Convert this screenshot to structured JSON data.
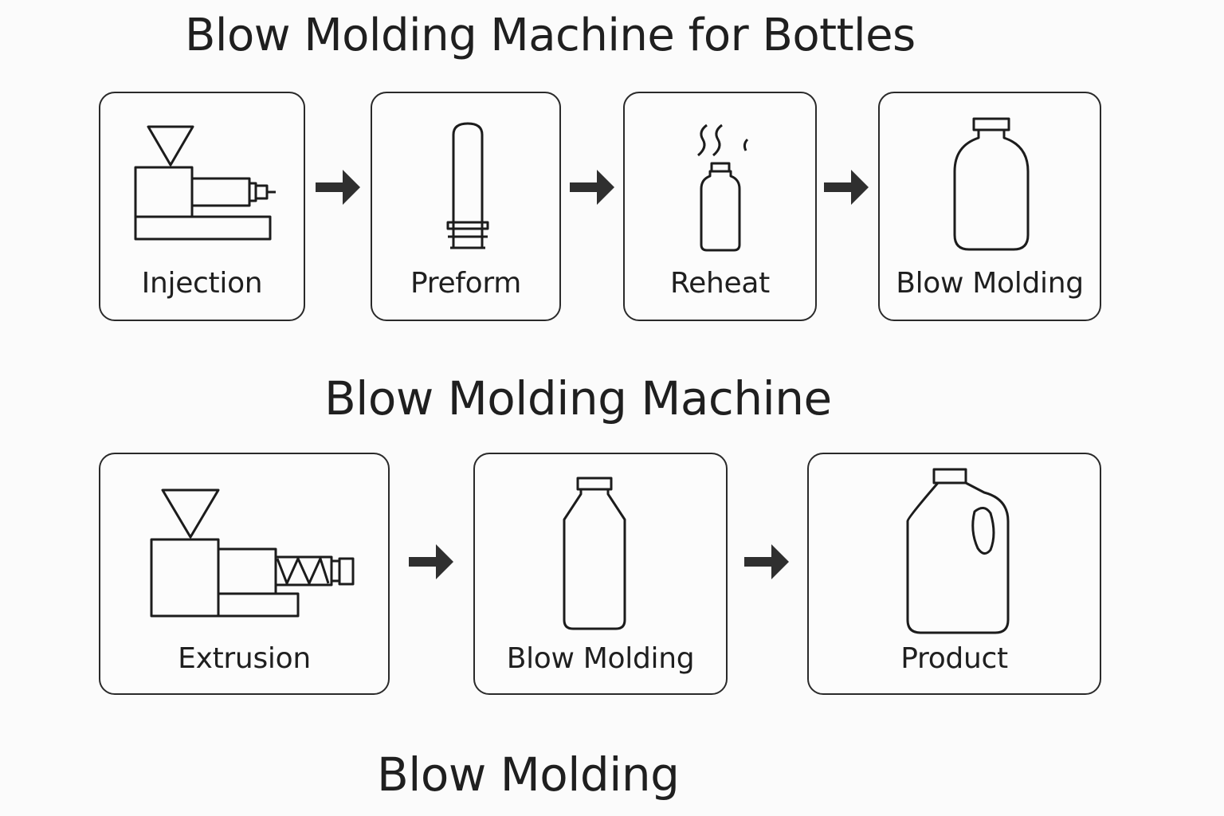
{
  "titles": {
    "injection_section": "Blow Molding Machine for Bottles",
    "extrusion_section": "Blow Molding Machine",
    "footer": "Blow Molding"
  },
  "injection_flow": {
    "steps": [
      {
        "label": "Injection",
        "icon": "injection-machine-icon"
      },
      {
        "label": "Preform",
        "icon": "preform-icon"
      },
      {
        "label": "Reheat",
        "icon": "reheat-bottle-icon"
      },
      {
        "label": "Blow Molding",
        "icon": "bottle-icon"
      }
    ]
  },
  "extrusion_flow": {
    "steps": [
      {
        "label": "Extrusion",
        "icon": "extrusion-machine-icon"
      },
      {
        "label": "Blow Molding",
        "icon": "bottle-icon"
      },
      {
        "label": "Product",
        "icon": "jug-icon"
      }
    ]
  },
  "colors": {
    "stroke": "#1c1c1c",
    "arrow": "#2f2f2f",
    "background": "#fbfbfb"
  }
}
